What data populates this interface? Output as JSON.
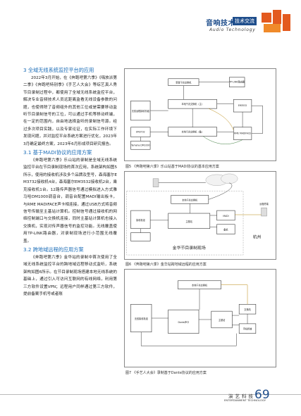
{
  "header": {
    "magazine_title": "音响技术",
    "section_tag": "技术交流",
    "english_title": "Audio Technology",
    "logo_alt": "演艺科技 logo"
  },
  "article": {
    "sections": [
      {
        "heading": "3 全域无线系统监控平台的应用",
        "text": "2022年3月开始，在《奔跑吧第六季》《嗨放派第二季》《奔跑吧特别季》《手艺人大会》等综艺真人秀节目录制过程中，都使用了全域无线系统监控平台，解决专业音频技术人员远距离监看无线设备参数的问题，也使得除了音频组外的其他工位或是需要移动监听节目录制信号的工位，可以通过手机等移动终端，在一定的范围内，自由地选择监听的录制信号源。经过多次项目实践，以及专家论证，在实际工作环境下发现问题，并对监控平台系统方案进行优化，2023年3月确定最终方案，2023年6月形成项目研究报告。"
      },
      {
        "heading": "3.1 基于MADI协议的应用方案",
        "text": "《奔跑吧第六季》乐山站的录制是全域无线系统监控平台在节目录制现场的首次应用，系统架构如图5所示，使用的接收机涉及多个品牌及型号，森海塞尔EM3732接收机4台，森海塞尔EM3532接收机2台，乘克接收机1台。12路传声器信号通过模拟进入方式雅马哈DM1000调音台，调音台配置MADI输出板卡，与RME MADIFACE声卡相连接，通过USB方式将音频信号传输至主基站计算机。控制信号通过接收机的网络控制端口与交换机连接，同时主基站计算机也接入交换机，实现对传声器信号的监控功能。无线覆盖使用TP-LINK路由器，对录制现场进行小范围无线覆盖。"
      },
      {
        "heading": "3.2 跨地域远程的应用方案",
        "text": "《奔跑吧第六季》金华站的录制中首次使用了全域无线系统监控平台的跨地域远程移动式监听，系统架构如图6所示。在节目录制现场搭建本地无线系统的基础上，通过引入可访问互联网的有线网络，利用第三方软件设置VPN；远程用户同样通过第三方软件，提前备案手机号或者账"
      }
    ]
  },
  "figures": [
    {
      "caption": "图5 《奔跑吧第六季》乐山站基于MADI协议的基本应用方案",
      "boxes": [
        "新置干兆交换机",
        "无线远程接收机组",
        "本地千兆交换机（主）",
        "本地千兆交换机（备）",
        "TP-LINK路由器",
        "EM3732",
        "EM3532",
        "RME MADIFACE",
        "Yamaha DM1000"
      ]
    },
    {
      "caption": "图6 《奔跑吧第六季》金华站跨地域远程的应用方案",
      "boxes": [
        "本地千兆交换机",
        "远程终端",
        "接收机组",
        "主基站",
        "MADI",
        "备机"
      ],
      "site_label": "金华节目录制现场",
      "remote_label": "杭州"
    },
    {
      "caption": "图7 《手艺人大会》录制基于Dante协议的应用方案",
      "boxes": [
        "本地千兆交换机",
        "无线接收机组",
        "Dante声卡",
        "主基站",
        "交换机",
        "手机终端"
      ]
    }
  ],
  "footer": {
    "magazine": "演艺科技",
    "magazine_en": "ENTERTAINMENT TECHNOLOGY",
    "page": "69"
  }
}
